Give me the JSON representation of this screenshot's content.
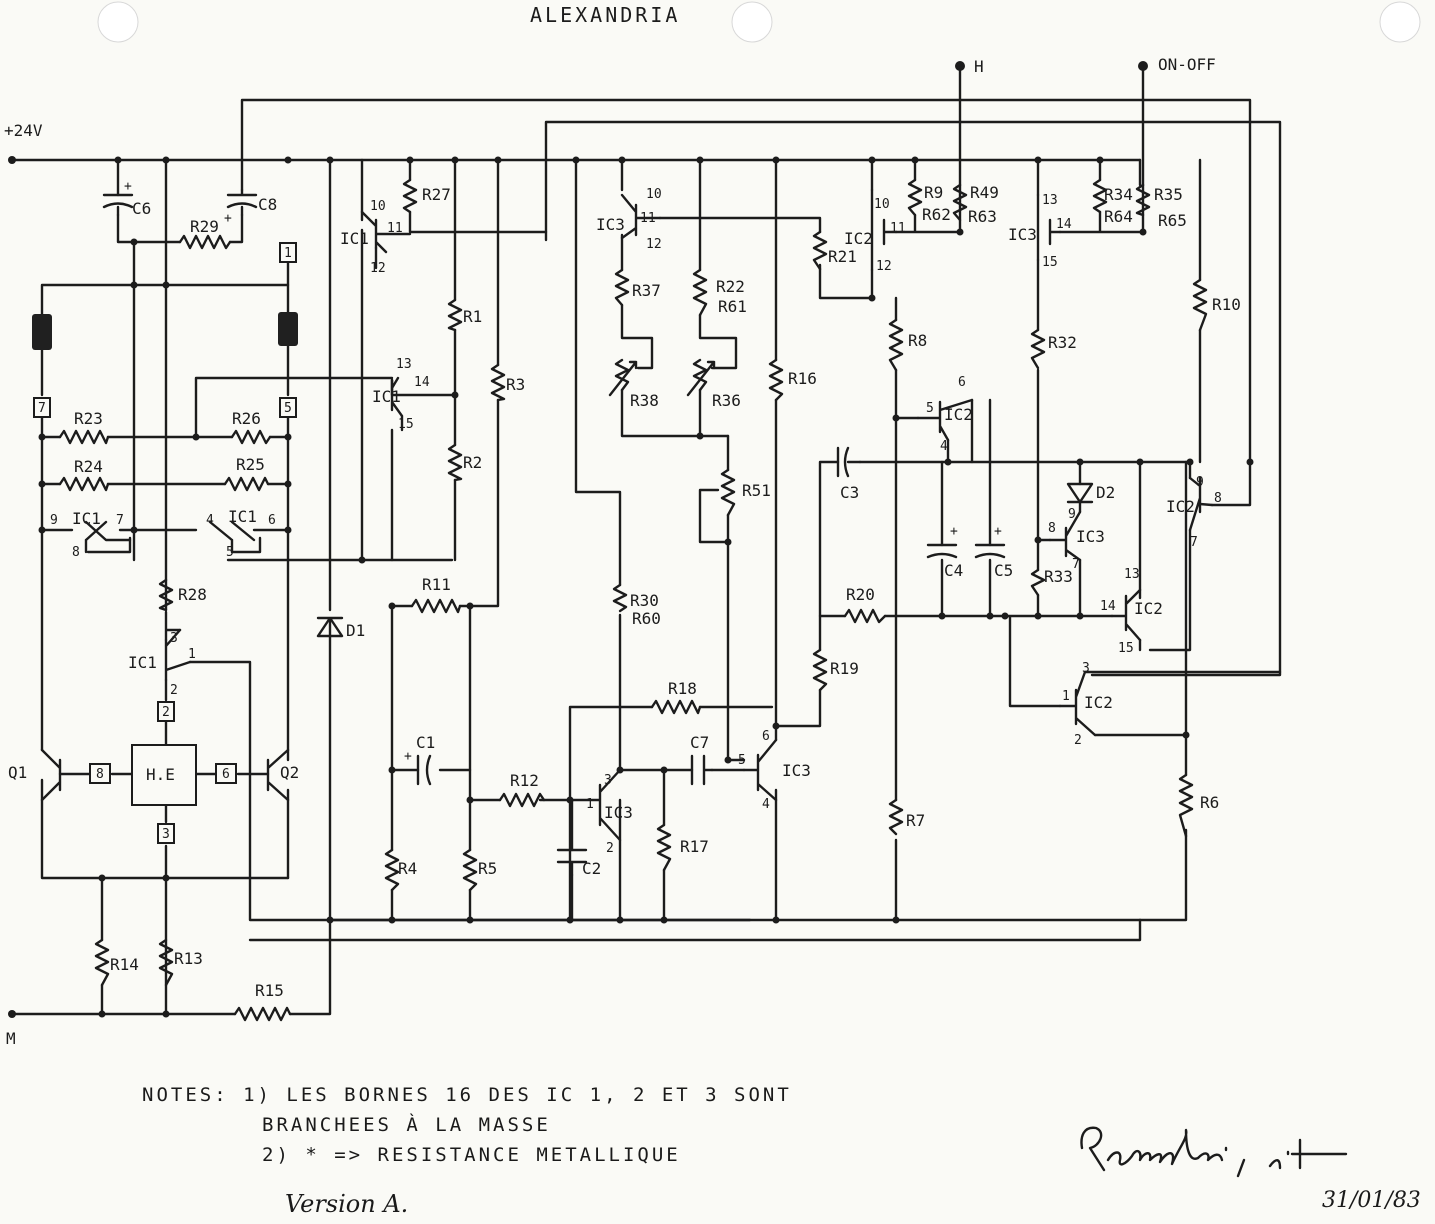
{
  "title": "ALEXANDRIA",
  "terminals": {
    "plus24v": "+24V",
    "ground": "M",
    "h": "H",
    "on_off": "ON-OFF"
  },
  "connectors": [
    "1",
    "2",
    "3",
    "5",
    "6",
    "7",
    "8"
  ],
  "he_block": "H.E",
  "transistors": [
    "Q1",
    "Q2"
  ],
  "resistors": {
    "r1": "R1",
    "r2": "R2",
    "r3": "R3",
    "r4": "R4",
    "r5": "R5",
    "r6": "R6",
    "r7": "R7",
    "r8": "R8",
    "r10": "R10",
    "r11": "R11",
    "r12": "R12",
    "r13": "R13",
    "r14": "R14",
    "r15": "R15",
    "r16": "R16",
    "r17": "R17",
    "r18": "R18",
    "r19": "R19",
    "r20": "R20",
    "r21": "R21",
    "r23": "R23",
    "r24": "R24",
    "r25": "R25",
    "r26": "R26",
    "r27": "R27",
    "r28": "R28",
    "r29": "R29",
    "r32": "R32",
    "r33": "R33",
    "r37": "R37",
    "r10b": "R10",
    "r9": "R9",
    "r9_alt": "R62",
    "r49": "R49",
    "r49_alt": "R63",
    "r34": "R34",
    "r34_alt": "R64",
    "r35": "R35",
    "r35_alt": "R65",
    "r22": "R22",
    "r22_alt": "R61",
    "r30": "R30",
    "r30_alt": "R60",
    "r38": "R38",
    "r36": "R36",
    "r51": "R51"
  },
  "capacitors": {
    "c1": "C1",
    "c2": "C2",
    "c3": "C3",
    "c4": "C4",
    "c5": "C5",
    "c6": "C6",
    "c7": "C7",
    "c8": "C8"
  },
  "diodes": {
    "d1": "D1",
    "d2": "D2"
  },
  "ic_labels": {
    "ic1": "IC1",
    "ic2": "IC2",
    "ic3": "IC3"
  },
  "notes": {
    "heading": "NOTES:",
    "line1": "1) LES BORNES 16 DES IC 1, 2 ET 3 SONT",
    "line1b": "BRANCHEES À LA MASSE",
    "line2": "2) * => RESISTANCE METALLIQUE"
  },
  "version": "Version A.",
  "signature": "R.Gradin, ir",
  "date": "31/01/83"
}
